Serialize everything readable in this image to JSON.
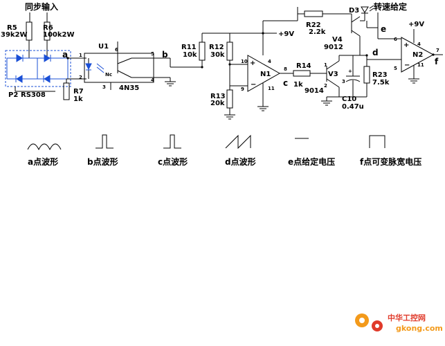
{
  "title": "同步输入",
  "speed_setpoint_label": "转速给定",
  "components": {
    "r5": {
      "ref": "R5",
      "value": "39k2W"
    },
    "r6": {
      "ref": "R6",
      "value": "100k2W"
    },
    "bridge": {
      "ref": "P2",
      "value": "RS308"
    },
    "r7": {
      "ref": "R7",
      "value": "1k"
    },
    "u1": {
      "ref": "U1",
      "value": "4N35"
    },
    "r11": {
      "ref": "R11",
      "value": "10k"
    },
    "r12": {
      "ref": "R12",
      "value": "30k"
    },
    "r13": {
      "ref": "R13",
      "value": "20k"
    },
    "n1": {
      "ref": "N1"
    },
    "r14": {
      "ref": "R14",
      "value": "1k"
    },
    "r22": {
      "ref": "R22",
      "value": "2.2k"
    },
    "d3": {
      "ref": "D3"
    },
    "v4": {
      "ref": "V4",
      "value": "9012"
    },
    "v3": {
      "ref": "V3",
      "value": "9014"
    },
    "c10": {
      "ref": "C10",
      "value": "0.47u"
    },
    "r23": {
      "ref": "R23",
      "value": "7.5k"
    },
    "n2": {
      "ref": "N2"
    }
  },
  "supply": {
    "vcc1": "+9V",
    "vcc2": "+9V"
  },
  "nodes": {
    "a": "a",
    "b": "b",
    "c": "c",
    "d": "d",
    "e": "e",
    "f": "f"
  },
  "pins": {
    "u1_1": "1",
    "u1_2": "2",
    "u1_3": "3",
    "u1_4": "4",
    "u1_5": "5",
    "u1_6": "6",
    "u1_nc": "Nc",
    "n1_10": "10",
    "n1_9": "9",
    "n1_4": "4",
    "n1_11": "11",
    "n1_8": "8",
    "n2_6": "6",
    "n2_5": "5",
    "n2_4": "4",
    "n2_11": "11",
    "n2_7": "7",
    "v3_1": "1",
    "v3_2": "2",
    "v3_3": "3"
  },
  "captions": {
    "a": "a点波形",
    "b": "b点波形",
    "c": "c点波形",
    "d": "d点波形",
    "e": "e点给定电压",
    "f": "f点可变脉宽电压"
  },
  "watermark": {
    "text": "中华工控网",
    "url": "gkong.com"
  },
  "colors": {
    "line": "#000000",
    "accent": "#1a4fd6",
    "watermark_red": "#e03a2a",
    "watermark_orange": "#f39a1b"
  }
}
